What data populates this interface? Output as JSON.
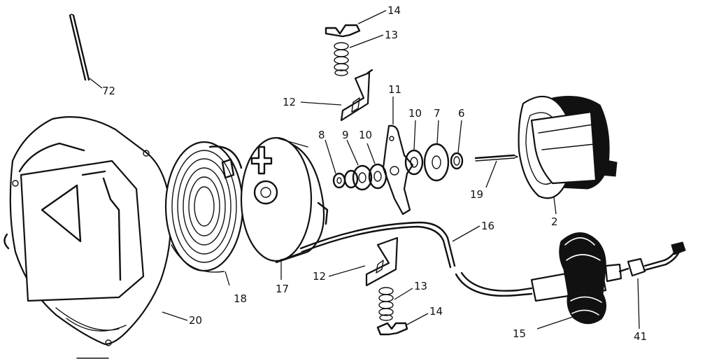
{
  "diagram": {
    "labels": {
      "p72": "72",
      "p14a": "14",
      "p13a": "13",
      "p12a": "12",
      "p11": "11",
      "p8": "8",
      "p9": "9",
      "p10a": "10",
      "p10b": "10",
      "p7": "7",
      "p6": "6",
      "p19": "19",
      "p2": "2",
      "p16": "16",
      "p12b": "12",
      "p13b": "13",
      "p14b": "14",
      "p17": "17",
      "p18": "18",
      "p20": "20",
      "p15": "15",
      "p41": "41"
    },
    "colors": {
      "ink": "#111111",
      "paper": "#ffffff"
    }
  }
}
